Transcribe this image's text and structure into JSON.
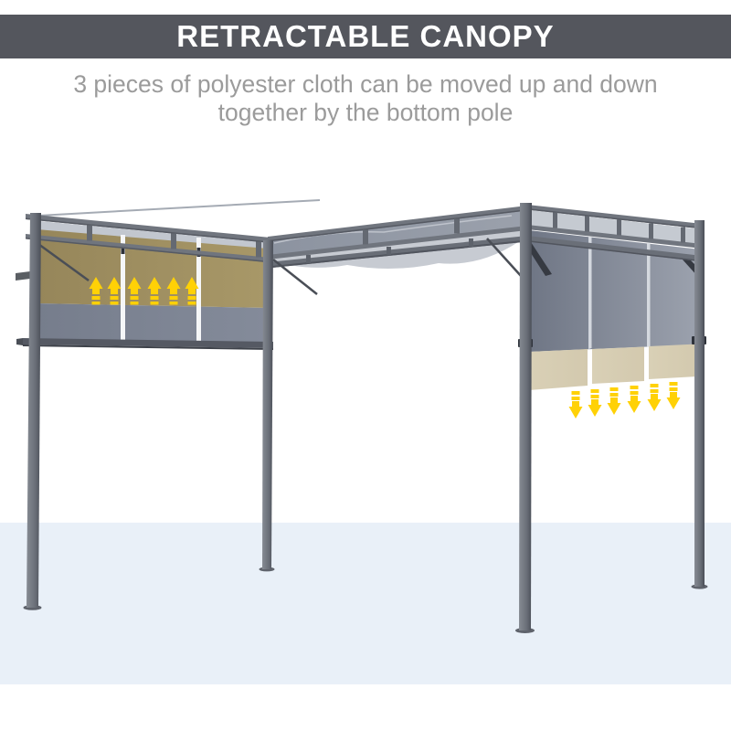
{
  "header": {
    "title": "RETRACTABLE CANOPY",
    "banner_color": "#54565D",
    "title_color": "#FFFFFF"
  },
  "subtitle": {
    "line1": "3 pieces of polyester cloth can be moved up and down",
    "line2": "together by the bottom pole",
    "color": "#9B9B9B"
  },
  "illustration": {
    "subject": "pergola with retractable canopy",
    "floor_color": "#E9F0F8",
    "frame_color": "#6C717A",
    "roof_canopy_color": "#9299A4",
    "roof_canopy_highlight": "#C7CBD2",
    "left_panel_top_color": "#9D8D5E",
    "left_panel_bottom_color": "#7A8191",
    "right_panel_color": "#8A919E",
    "right_panel_strip_color": "#D7CEB6",
    "panel_divider_color": "#F5F6F8",
    "arrow_color": "#FFD106",
    "up_arrows": {
      "count": 6,
      "direction": "up"
    },
    "down_arrows": {
      "count": 6,
      "direction": "down"
    }
  }
}
